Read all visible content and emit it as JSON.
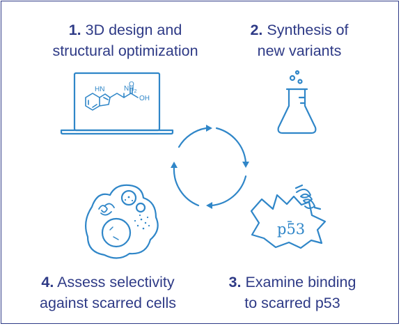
{
  "steps": [
    {
      "num": "1.",
      "line1_rest": "3D design and",
      "line2": "structural optimization"
    },
    {
      "num": "2.",
      "line1_rest": "Synthesis of",
      "line2": "new variants"
    },
    {
      "num": "3.",
      "line1_rest": "Examine binding",
      "line2": "to scarred p53"
    },
    {
      "num": "4.",
      "line1_rest": "Assess selectivity",
      "line2": "against scarred cells"
    }
  ],
  "molecule": {
    "nh_label": "HN",
    "nh2_label": "NH",
    "nh2_sub": "2",
    "oh_label": "OH",
    "o_label": "O"
  },
  "protein_label": "p53",
  "colors": {
    "text": "#2e3a86",
    "art": "#2f86c8",
    "border": "#2e3a86"
  }
}
